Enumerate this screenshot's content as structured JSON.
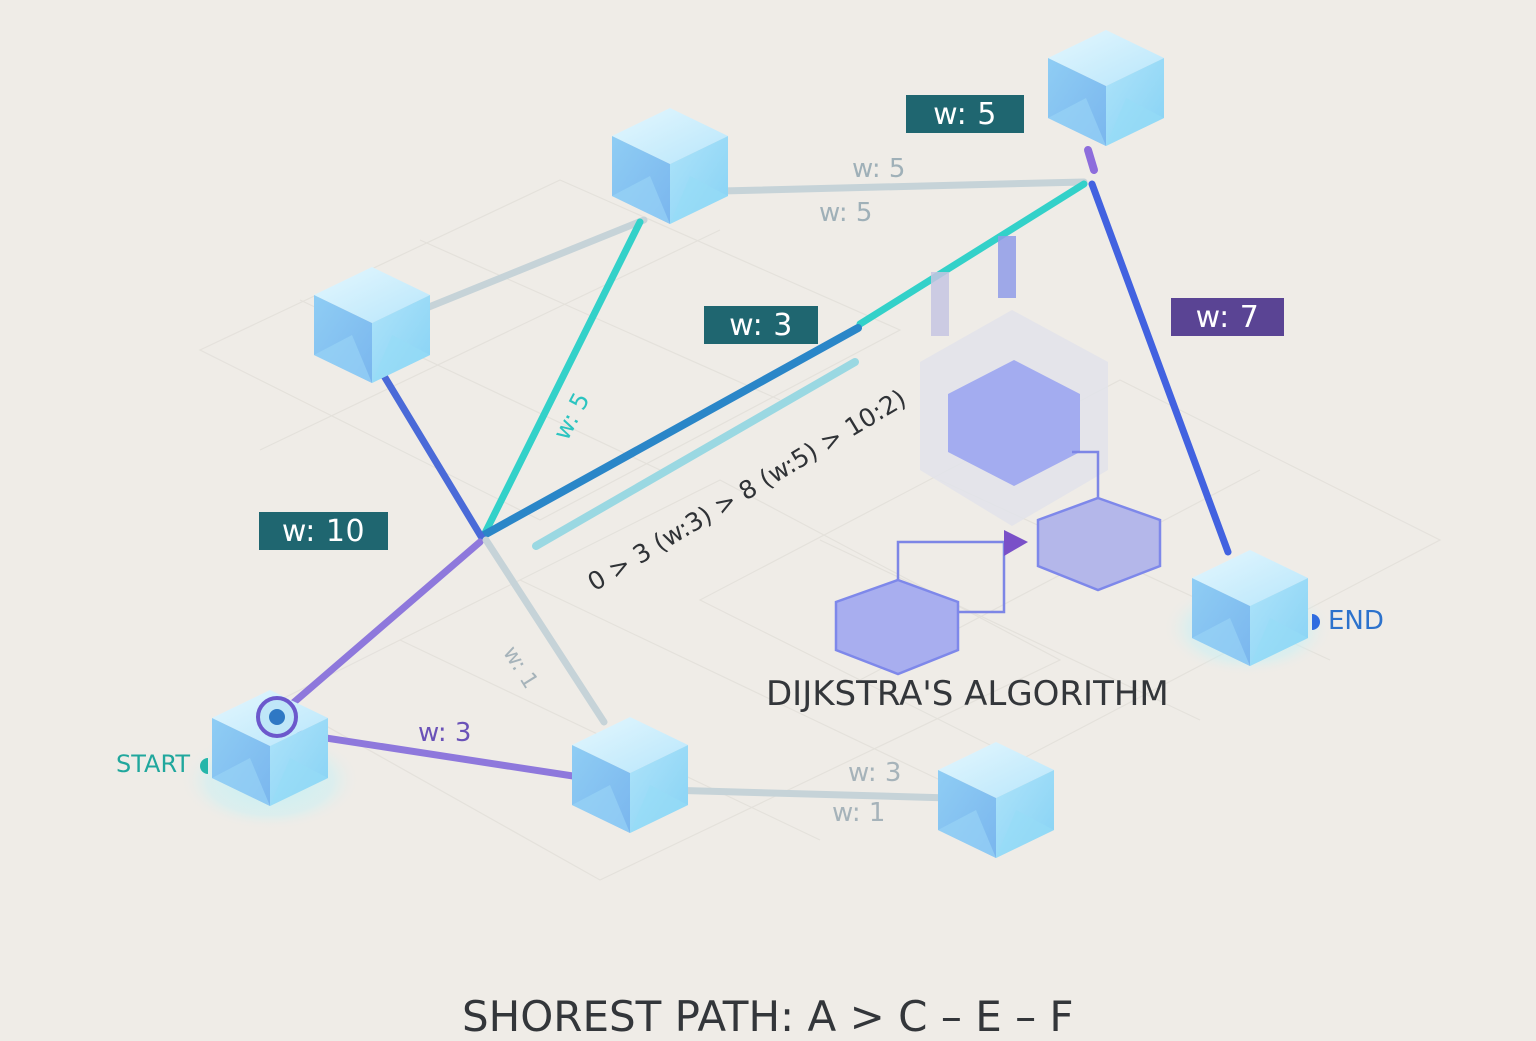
{
  "title": "DIJKSTRA'S ALGORITHM",
  "footer": "SHOREST PATH: A > C – E – F",
  "path_sequence": "0 > 3 (w:3) > 8 (w:5) > 10:2)",
  "markers": {
    "start": "START",
    "end": "END"
  },
  "weight_boxes": [
    {
      "id": "w10",
      "text": "w: 10",
      "color": "#1f6670"
    },
    {
      "id": "w3",
      "text": "w: 3",
      "color": "#1f6670"
    },
    {
      "id": "w5",
      "text": "w: 5",
      "color": "#1f6670"
    },
    {
      "id": "w7",
      "text": "w: 7",
      "color": "#5a4494"
    }
  ],
  "edge_labels": [
    {
      "id": "top-upper",
      "text": "w: 5",
      "color": "#9fb0b8"
    },
    {
      "id": "top-lower",
      "text": "w: 5",
      "color": "#9fb0b8"
    },
    {
      "id": "teal",
      "text": "w: 5",
      "color": "#2cc4c0"
    },
    {
      "id": "grey-diag",
      "text": "w: 1",
      "color": "#a6b3ba"
    },
    {
      "id": "purple",
      "text": "w: 3",
      "color": "#6a52b8"
    },
    {
      "id": "bottom-upper",
      "text": "w: 3",
      "color": "#a6b3ba"
    },
    {
      "id": "bottom-lower",
      "text": "w: 1",
      "color": "#a6b3ba"
    }
  ],
  "colors": {
    "background": "#efece7",
    "cube": "#8fd0f2",
    "edge_grey": "#c5d3d8",
    "edge_teal": "#33d1c9",
    "edge_blue": "#2a86c8",
    "edge_indigo": "#4a63d8",
    "edge_purple": "#8e78dc",
    "hex": "#a3acf0"
  }
}
